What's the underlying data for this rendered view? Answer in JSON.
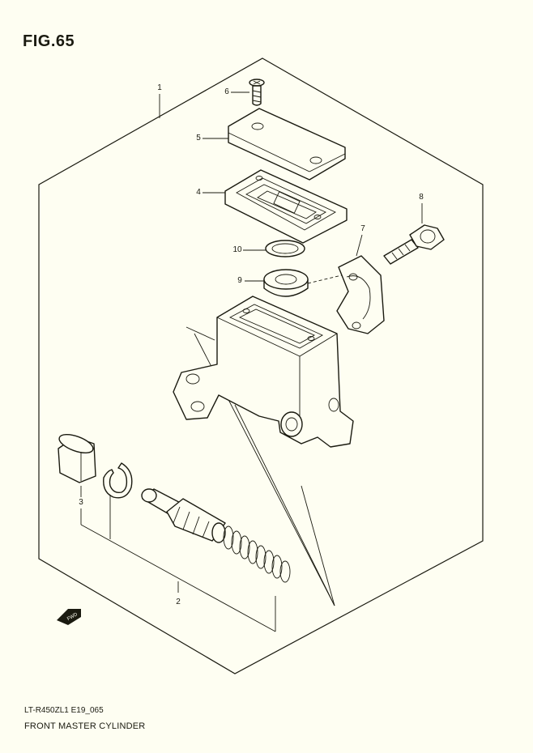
{
  "figure": {
    "title": "FIG.65"
  },
  "footer": {
    "code": "LT-R450ZL1 E19_065",
    "caption": "FRONT MASTER CYLINDER"
  },
  "fwd_badge": {
    "label": "FWD"
  },
  "callouts": {
    "c1": "1",
    "c2": "2",
    "c3": "3",
    "c4": "4",
    "c5": "5",
    "c6": "6",
    "c7": "7",
    "c8": "8",
    "c9": "9",
    "c10": "10"
  }
}
